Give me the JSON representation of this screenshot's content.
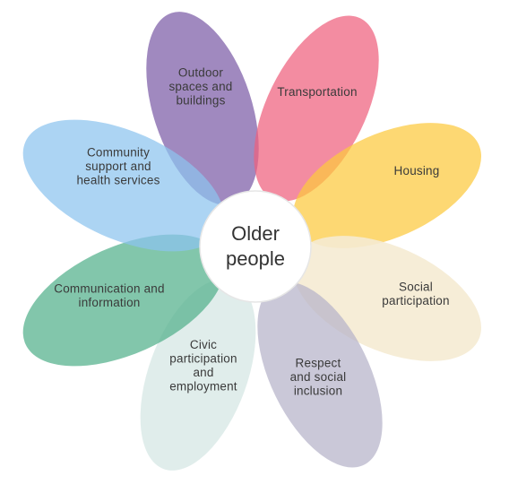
{
  "center": {
    "lines": [
      "Older",
      "people"
    ],
    "fill": "#ffffff",
    "stroke": "#e6e6e6"
  },
  "petals": [
    {
      "key": "outdoor",
      "lines": [
        "Outdoor",
        "spaces and",
        "buildings"
      ],
      "color": "#7b5ba6"
    },
    {
      "key": "transport",
      "lines": [
        "Transportation"
      ],
      "color": "#ee5f7d"
    },
    {
      "key": "housing",
      "lines": [
        "Housing"
      ],
      "color": "#fcc93d"
    },
    {
      "key": "social",
      "lines": [
        "Social",
        "participation"
      ],
      "color": "#f5ebd3"
    },
    {
      "key": "respect",
      "lines": [
        "Respect",
        "and social",
        "inclusion"
      ],
      "color": "#b6b3c9"
    },
    {
      "key": "civic",
      "lines": [
        "Civic",
        "participation",
        "and",
        "employment"
      ],
      "color": "#d4e6e3"
    },
    {
      "key": "communication",
      "lines": [
        "Communication and",
        "information"
      ],
      "color": "#52b08a"
    },
    {
      "key": "community",
      "lines": [
        "Community",
        "support and",
        "health services"
      ],
      "color": "#8cc3ee"
    }
  ]
}
